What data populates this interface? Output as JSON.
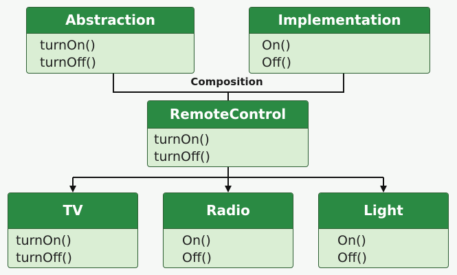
{
  "colors": {
    "header_fill": "#2a8a43",
    "body_fill": "#daeed4",
    "border": "#2c5e32",
    "line": "#111111",
    "background": "#f6f8f6"
  },
  "connector_label": "Composition",
  "boxes": {
    "abstraction": {
      "title": "Abstraction",
      "methods": [
        "turnOn()",
        "turnOff()"
      ]
    },
    "implementation": {
      "title": "Implementation",
      "methods": [
        "On()",
        "Off()"
      ]
    },
    "remote_control": {
      "title": "RemoteControl",
      "methods": [
        "turnOn()",
        "turnOff()"
      ]
    },
    "tv": {
      "title": "TV",
      "methods": [
        "turnOn()",
        "turnOff()"
      ]
    },
    "radio": {
      "title": "Radio",
      "methods": [
        "On()",
        "Off()"
      ]
    },
    "light": {
      "title": "Light",
      "methods": [
        "On()",
        "Off()"
      ]
    }
  }
}
